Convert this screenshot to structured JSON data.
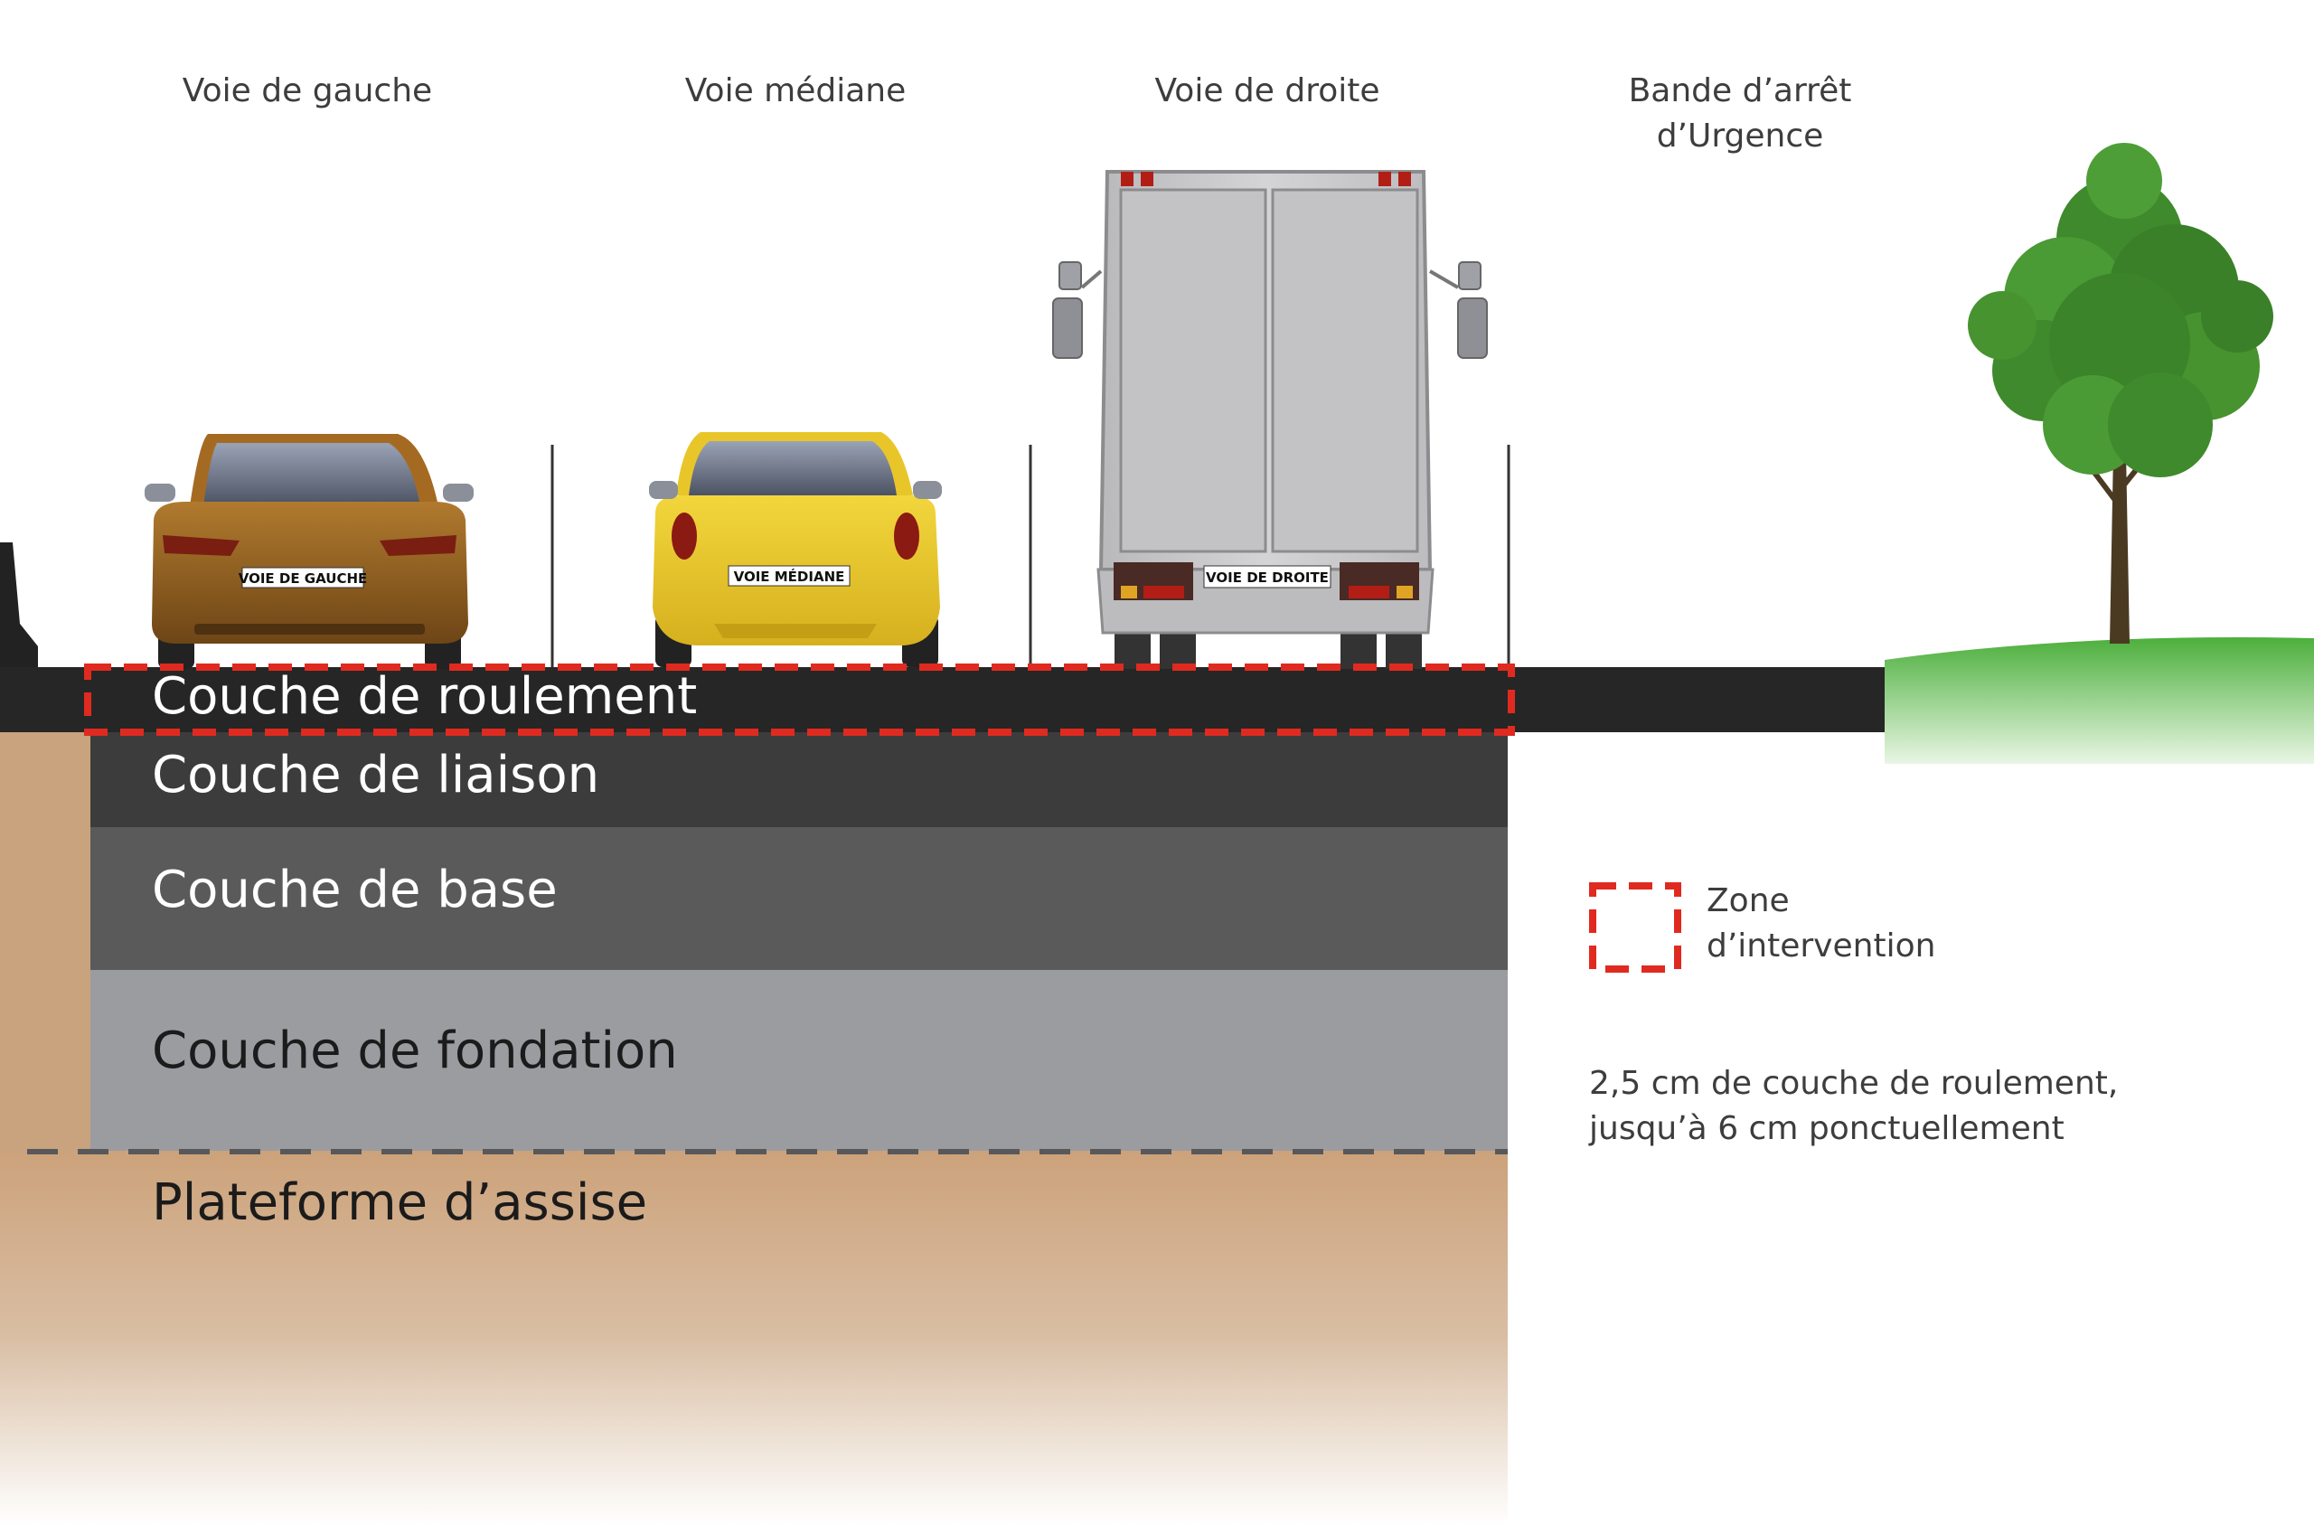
{
  "lanes": {
    "gauche": "Voie de gauche",
    "mediane": "Voie médiane",
    "droite": "Voie de droite",
    "bau": "Bande d’arrêt\nd’Urgence"
  },
  "plates": {
    "gauche": "VOIE DE GAUCHE",
    "mediane": "VOIE MÉDIANE",
    "droite": "VOIE DE DROITE"
  },
  "layers": {
    "roulement": "Couche de roulement",
    "liaison": "Couche de liaison",
    "base": "Couche de base",
    "fondation": "Couche de fondation",
    "assise": "Plateforme d’assise"
  },
  "legend": {
    "zone": "Zone\nd’intervention",
    "note": "2,5 cm de couche de roulement,\njusqu’à 6 cm ponctuellement"
  },
  "colors": {
    "roulement": "#262626",
    "liaison": "#3c3c3c",
    "base": "#5a5a5b",
    "fondation": "#9b9ca0",
    "soil": "#d7b79a",
    "intervention": "#e02a20",
    "grass": "#4caf3c",
    "tree": "#3f8a2c",
    "car_brown": "#8c5a1c",
    "car_yellow": "#e8c62a",
    "truck": "#c8c8c8"
  }
}
